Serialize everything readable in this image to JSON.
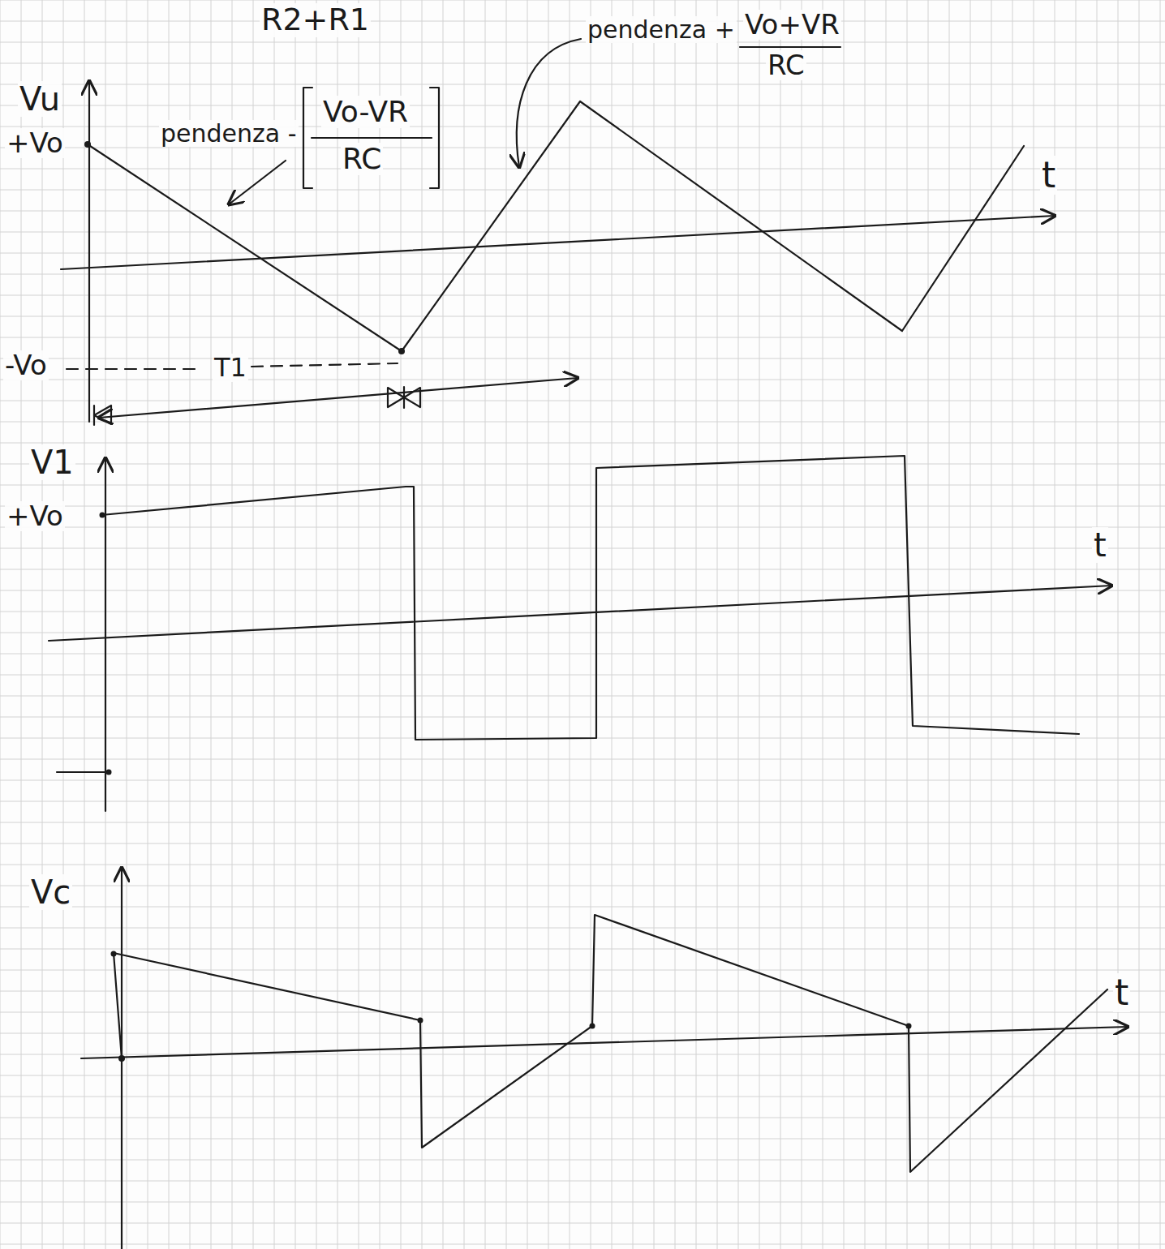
{
  "diagram": {
    "labels": [
      "R2+R1",
      "pendenza +",
      "Vo+VR",
      "RC",
      "Vu",
      "+Vo",
      "pendenza -",
      "Vo-VR",
      "RC",
      "t",
      "-Vo",
      "T1",
      "V1",
      "+Vo",
      "t",
      "Vc",
      "t"
    ]
  }
}
